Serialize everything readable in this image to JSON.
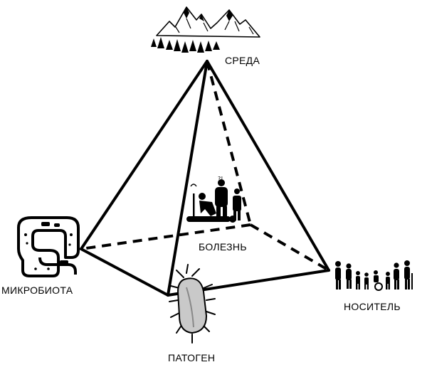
{
  "labels": {
    "environment": "СРЕДА",
    "disease": "БОЛЕЗНЬ",
    "microbiota": "МИКРОБИОТА",
    "host": "НОСИТЕЛЬ",
    "pathogen": "ПАТОГЕН"
  },
  "icons": {
    "environment": "mountains-forest-icon",
    "disease": "sick-people-icon",
    "microbiota": "intestine-icon",
    "host": "people-group-icon",
    "pathogen": "bacterium-icon"
  },
  "colors": {
    "line": "#000000",
    "pathogen_fill": "#c9c9c9",
    "background": "#ffffff"
  }
}
